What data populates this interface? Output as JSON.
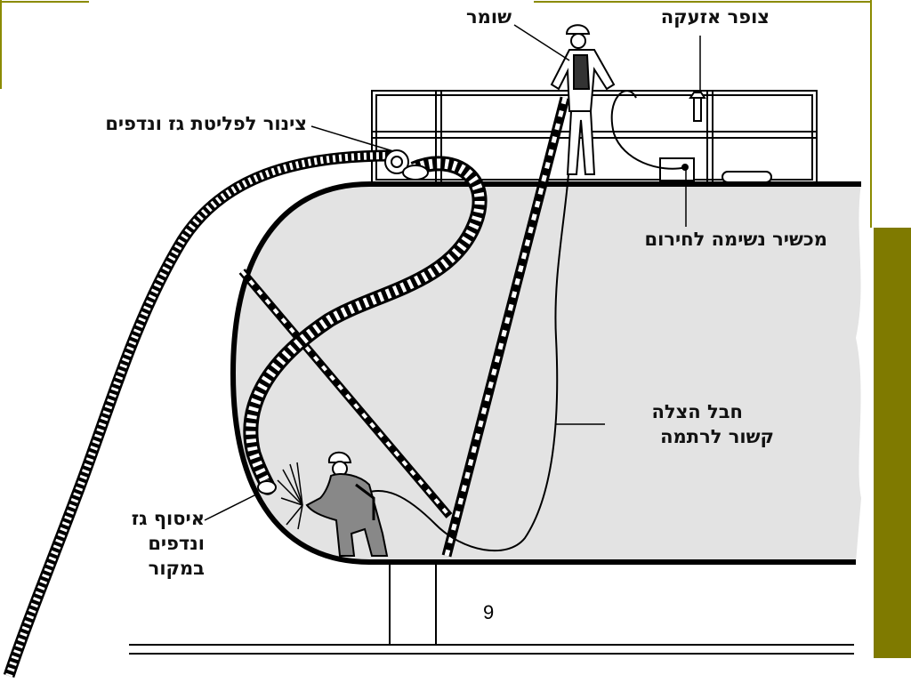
{
  "labels": {
    "guard": "שומר",
    "alarm_horn": "צופר אזעקה",
    "exhaust_pipe": "צינור לפליטת גז ונדפים",
    "breathing_apparatus": "מכשיר נשימה לחירום",
    "rescue_rope_line1": "חבל הצלה",
    "rescue_rope_line2": "קשור לרתמה",
    "local_extraction_line1": "איסוף גז",
    "local_extraction_line2": "ונדפים",
    "local_extraction_line3": "במקור"
  },
  "page_number": "9",
  "colors": {
    "accent_bar": "#7f7a00",
    "tank_fill": "#e3e3e3",
    "frame_line": "#8b8b00",
    "ink": "#111111"
  }
}
